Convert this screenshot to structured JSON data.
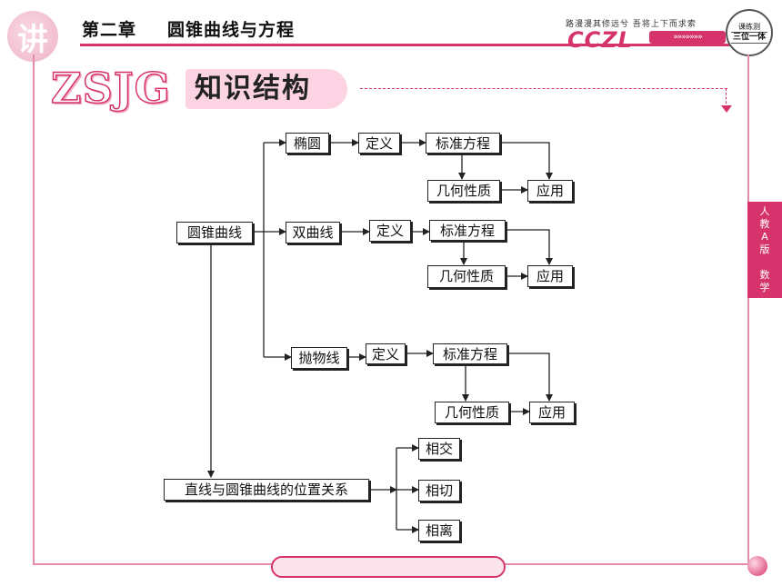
{
  "header": {
    "logo_char": "讲",
    "chapter": "第二章",
    "chapter_title": "圆锥曲线与方程",
    "motto": "路漫漫其修远兮  吾将上下而求索",
    "brand": "CCZL",
    "brand_arrows": "»»»»»»»",
    "seal_top": "课练测",
    "seal_main": "三位一体"
  },
  "section": {
    "code": "ZSJG",
    "title": "知识结构"
  },
  "side_tab": [
    "人",
    "教",
    "A",
    "版",
    "",
    "数",
    "学"
  ],
  "diagram": {
    "root": "圆锥曲线",
    "ellipse": {
      "name": "椭圆",
      "def": "定义",
      "eq": "标准方程",
      "prop": "几何性质",
      "app": "应用"
    },
    "hyperbola": {
      "name": "双曲线",
      "def": "定义",
      "eq": "标准方程",
      "prop": "几何性质",
      "app": "应用"
    },
    "parabola": {
      "name": "抛物线",
      "def": "定义",
      "eq": "标准方程",
      "prop": "几何性质",
      "app": "应用"
    },
    "position": {
      "name": "直线与圆锥曲线的位置关系",
      "r1": "相交",
      "r2": "相切",
      "r3": "相离"
    }
  }
}
